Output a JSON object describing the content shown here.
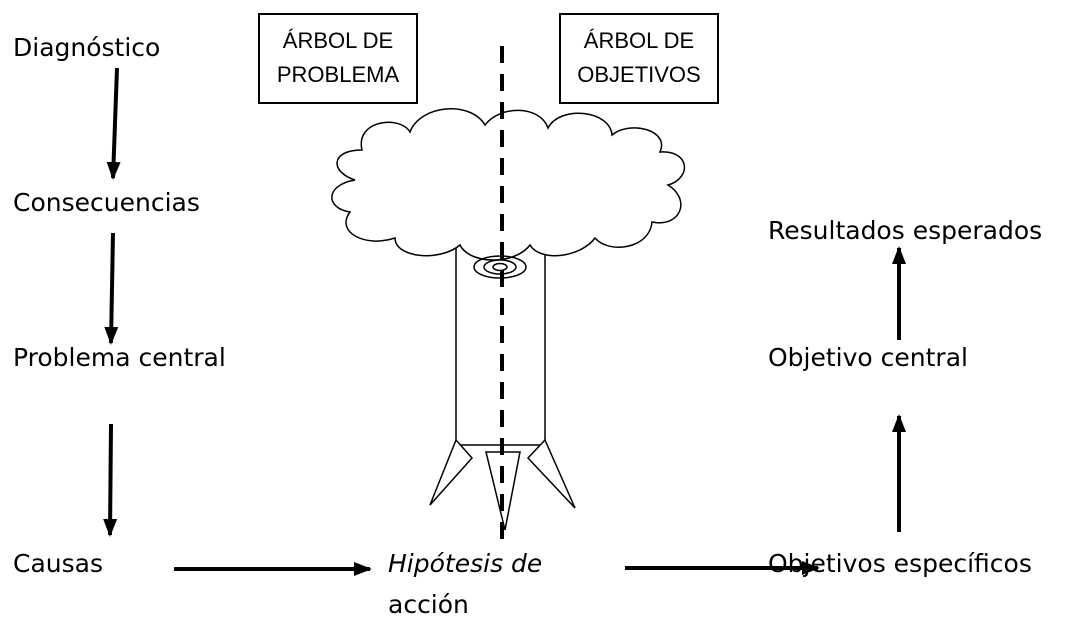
{
  "boxes": {
    "problem_line1": "ÁRBOL DE",
    "problem_line2": "PROBLEMA",
    "objectives_line1": "ÁRBOL DE",
    "objectives_line2": "OBJETIVOS"
  },
  "left_column": {
    "diagnostico": "Diagnóstico",
    "consecuencias": "Consecuencias",
    "problema_central": "Problema central",
    "causas": "Causas"
  },
  "right_column": {
    "resultados": "Resultados esperados",
    "objetivo_central": "Objetivo central",
    "objetivos_especificos": "Objetivos específicos"
  },
  "center": {
    "hipotesis": "Hipótesis de",
    "accion": "acción"
  }
}
